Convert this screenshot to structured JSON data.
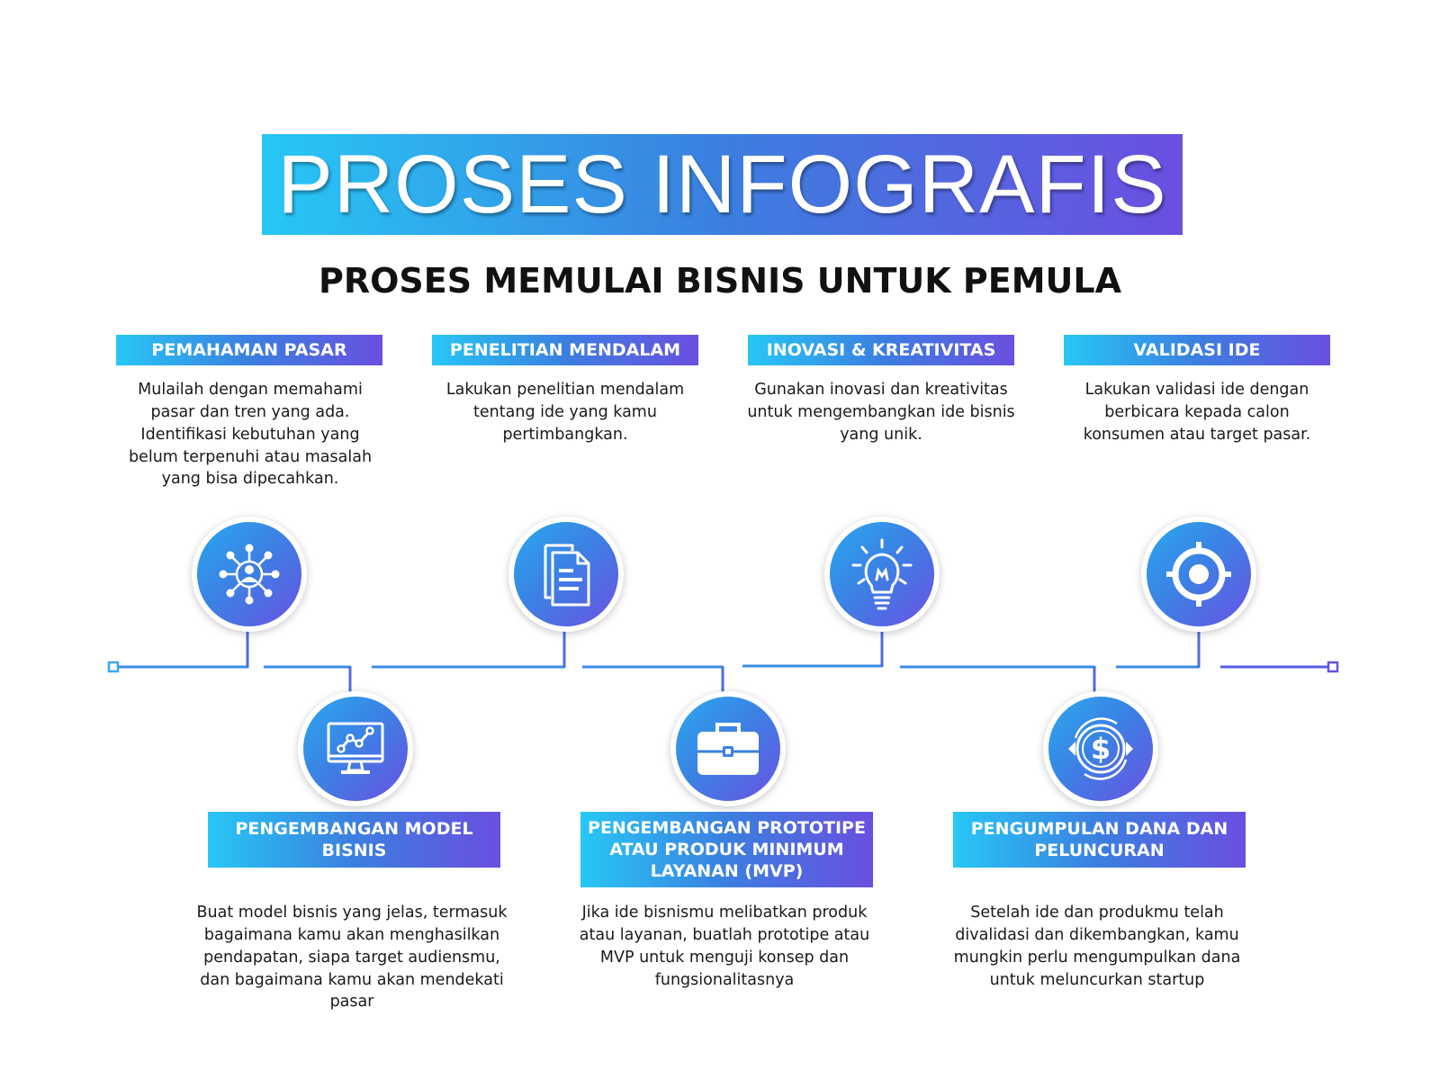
{
  "title": "PROSES INFOGRAFIS",
  "subtitle": "PROSES MEMULAI BISNIS UNTUK PEMULA",
  "colors": {
    "gradient_start": "#27c7f5",
    "gradient_mid": "#3b7fe0",
    "gradient_end": "#6a4fe0",
    "text": "#1a1a1a"
  },
  "steps_top": [
    {
      "label": "PEMAHAMAN PASAR",
      "description": "Mulailah dengan memahami pasar dan tren yang ada. Identifikasi kebutuhan yang belum terpenuhi atau masalah yang bisa dipecahkan.",
      "icon": "network-people-icon"
    },
    {
      "label": "PENELITIAN MENDALAM",
      "description": "Lakukan penelitian mendalam tentang ide yang kamu pertimbangkan.",
      "icon": "documents-icon"
    },
    {
      "label": "INOVASI & KREATIVITAS",
      "description": "Gunakan inovasi dan kreativitas untuk mengembangkan ide bisnis yang unik.",
      "icon": "lightbulb-icon"
    },
    {
      "label": "VALIDASI IDE",
      "description": "Lakukan validasi ide dengan berbicara kepada calon konsumen atau target pasar.",
      "icon": "target-icon"
    }
  ],
  "steps_bottom": [
    {
      "label": "PENGEMBANGAN MODEL BISNIS",
      "description": "Buat model bisnis yang jelas, termasuk bagaimana kamu akan menghasilkan pendapatan, siapa target audiensmu, dan bagaimana kamu akan mendekati pasar",
      "icon": "monitor-chart-icon"
    },
    {
      "label": "PENGEMBANGAN PROTOTIPE ATAU PRODUK MINIMUM LAYANAN (MVP)",
      "description": "Jika ide bisnismu melibatkan produk atau layanan, buatlah prototipe atau MVP untuk menguji konsep dan fungsionalitasnya",
      "icon": "briefcase-icon"
    },
    {
      "label": "PENGUMPULAN DANA DAN PELUNCURAN",
      "description": "Setelah ide dan produkmu telah divalidasi dan dikembangkan, kamu mungkin perlu mengumpulkan dana untuk meluncurkan startup",
      "icon": "dollar-cycle-icon"
    }
  ]
}
